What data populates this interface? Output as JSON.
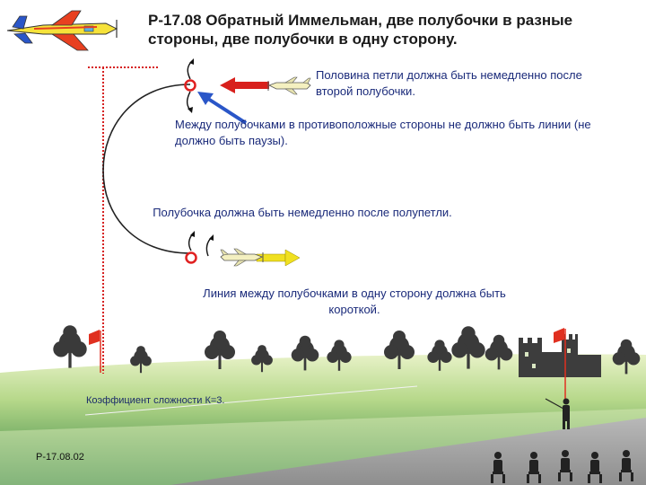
{
  "title": "Р-17.08 Обратный Иммельман, две полубочки в разные стороны, две полубочки в одну сторону.",
  "notes": {
    "n1": "Половина петли должна быть немедленно после второй полубочки.",
    "n2": "Между полубочками в противоположные стороны не должно быть линии (не должно быть паузы).",
    "n3": "Полубочка должна быть немедленно после полупетли.",
    "n4": "Линия между полубочками в одну сторону должна быть короткой."
  },
  "coefficient": "Коэффициент сложности К=3.",
  "figure_code": "Р-17.08.02",
  "colors": {
    "sky": "#ffffff",
    "grass_light": "#cfe6a0",
    "grass_dark": "#2f7f3e",
    "runway": "#9a9a9a",
    "maneuver_dot": "#e02020",
    "arrow_red": "#d8201c",
    "arrow_blue": "#2a56c8",
    "arrow_yellow": "#f0e020",
    "flag": "#e03020"
  }
}
